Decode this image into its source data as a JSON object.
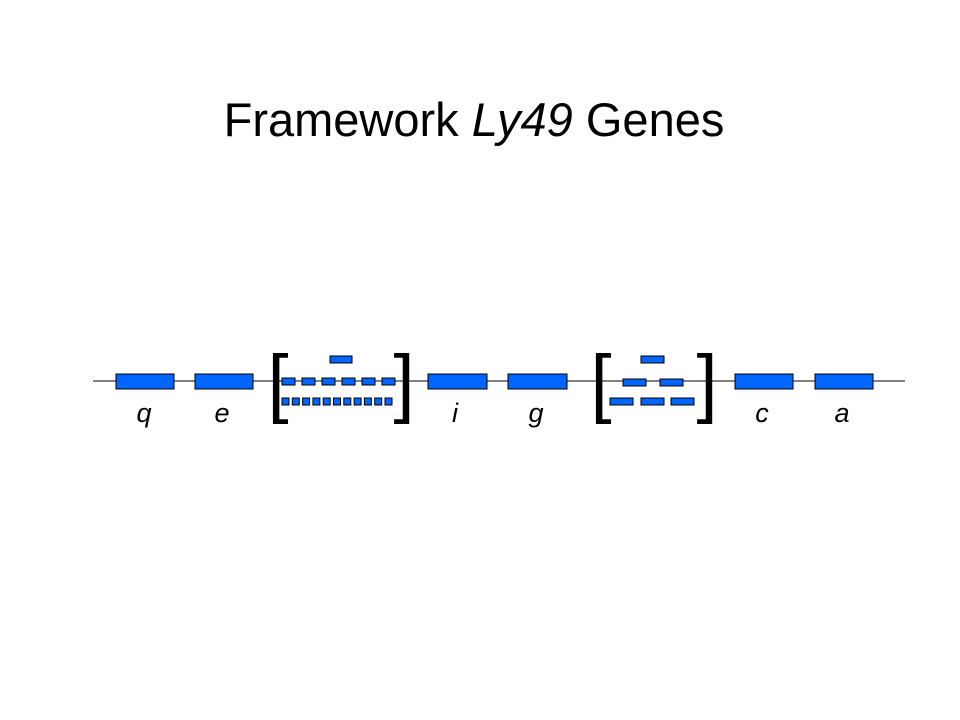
{
  "title": {
    "main": "Framework ",
    "italic": "Ly49",
    "suffix": " Genes"
  },
  "colors": {
    "gene_fill": "#0066ff",
    "gene_stroke": "#000000",
    "line": "#000000"
  },
  "genes": [
    {
      "label": "q"
    },
    {
      "label": "e"
    },
    {
      "label": "i"
    },
    {
      "label": "g"
    },
    {
      "label": "c"
    },
    {
      "label": "a"
    }
  ],
  "brackets": {
    "open": "[",
    "close": "]"
  }
}
